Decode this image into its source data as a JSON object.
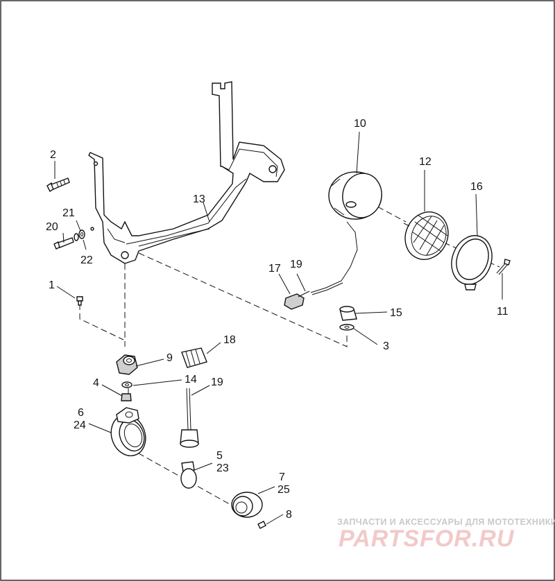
{
  "callouts": {
    "c1": "1",
    "c2": "2",
    "c3": "3",
    "c4": "4",
    "c5": "5",
    "c6": "6",
    "c24": "24",
    "c7": "7",
    "c25": "25",
    "c8": "8",
    "c9": "9",
    "c10": "10",
    "c11": "11",
    "c12": "12",
    "c13": "13",
    "c14": "14",
    "c15": "15",
    "c16": "16",
    "c17": "17",
    "c18": "18",
    "c19a": "19",
    "c19b": "19",
    "c20": "20",
    "c21": "21",
    "c22": "22",
    "c23": "23"
  },
  "watermark": {
    "tagline": "ЗАПЧАСТИ И АКСЕССУАРЫ ДЛЯ МОТОТЕХНИКИ",
    "logo": "PARTSFOR.RU"
  },
  "colors": {
    "line": "#111111",
    "watermark_text": "#c9c9c9",
    "watermark_logo": "#f2c9c9"
  }
}
